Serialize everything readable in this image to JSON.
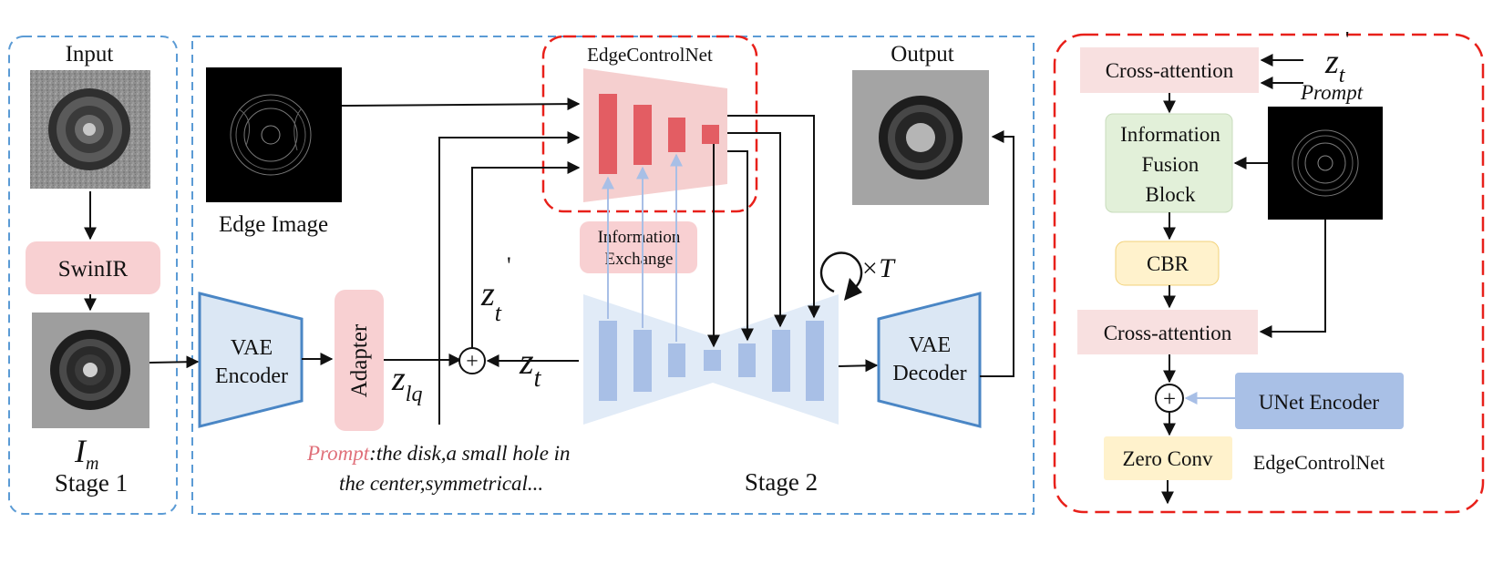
{
  "stage1": {
    "input_label": "Input",
    "swinir_label": "SwinIR",
    "im_symbol": "I",
    "im_subscript": "m",
    "stage_label": "Stage 1"
  },
  "stage2": {
    "edge_image_label": "Edge Image",
    "edgecontrolnet_label": "EdgeControlNet",
    "output_label": "Output",
    "info_exchange_line1": "Information",
    "info_exchange_line2": "Exchange",
    "vae_encoder_line1": "VAE",
    "vae_encoder_line2": "Encoder",
    "adapter_label": "Adapter",
    "z_lq_symbol": "z",
    "z_lq_subscript": "lq",
    "z_t_prime_symbol": "z",
    "z_t_prime_subscript": "t",
    "prime_mark": "'",
    "z_t_symbol": "z",
    "z_t_subscript": "t",
    "plus_symbol": "+",
    "times_t": "×T",
    "vae_decoder_line1": "VAE",
    "vae_decoder_line2": "Decoder",
    "prompt_keyword": "Prompt",
    "prompt_text_line1": ":the disk,a small hole in",
    "prompt_text_line2": "the center,symmetrical...",
    "stage_label": "Stage 2"
  },
  "detail": {
    "cross_attention_top": "Cross-attention",
    "z_t_prime_symbol": "z",
    "z_t_prime_subscript": "t",
    "prime_mark": "'",
    "prompt_label": "Prompt",
    "ifb_line1": "Information",
    "ifb_line2": "Fusion",
    "ifb_line3": "Block",
    "cbr_label": "CBR",
    "cross_attention_bottom": "Cross-attention",
    "plus_symbol": "+",
    "unet_encoder_label": "UNet Encoder",
    "zero_conv_label": "Zero Conv",
    "title": "EdgeControlNet"
  },
  "colors": {
    "dashed_blue": "#5b9bd5",
    "dashed_red": "#e8201a",
    "pink_fill": "#f5cfcf",
    "pink_box": "#f8d0d2",
    "red_bar": "#e35d63",
    "vae_fill": "#dbe7f4",
    "vae_stroke": "#4a86c5",
    "unet_fill": "#e1ebf7",
    "blue_bar": "#a8bfe6",
    "prompt_red": "#e0707a",
    "green_fill": "#e2f0d9",
    "yellow_fill": "#fff2cc",
    "unet_encoder_fill": "#a9c0e6",
    "zero_conv_text": "#4472c4"
  }
}
